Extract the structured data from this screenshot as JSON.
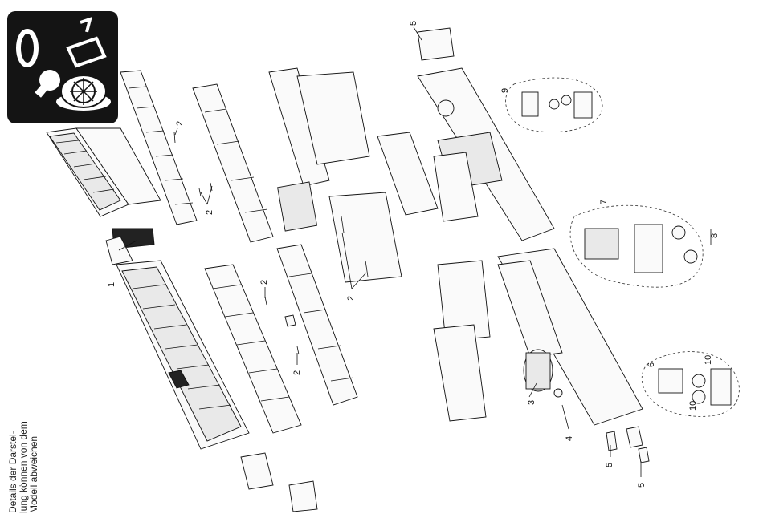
{
  "note_lines": [
    "Details der Darstel-",
    "lung können von dem",
    "Modell abweichen"
  ],
  "part_labels": [
    {
      "id": "label-1",
      "text": "1"
    },
    {
      "id": "label-2a",
      "text": "2"
    },
    {
      "id": "label-2b",
      "text": "2"
    },
    {
      "id": "label-2c",
      "text": "2"
    },
    {
      "id": "label-2d",
      "text": "2"
    },
    {
      "id": "label-2e",
      "text": "2"
    },
    {
      "id": "label-3",
      "text": "3"
    },
    {
      "id": "label-4",
      "text": "4"
    },
    {
      "id": "label-5a",
      "text": "5"
    },
    {
      "id": "label-5b",
      "text": "5"
    },
    {
      "id": "label-5c",
      "text": "5"
    },
    {
      "id": "label-6",
      "text": "6"
    },
    {
      "id": "label-7",
      "text": "7"
    },
    {
      "id": "label-8",
      "text": "8"
    },
    {
      "id": "label-9",
      "text": "9"
    },
    {
      "id": "label-10a",
      "text": "10"
    },
    {
      "id": "label-10b",
      "text": "10"
    }
  ],
  "icons": [
    "service-tools-icon",
    "lamp-icon",
    "traction-tire-icon",
    "rubber-ring-icon"
  ]
}
